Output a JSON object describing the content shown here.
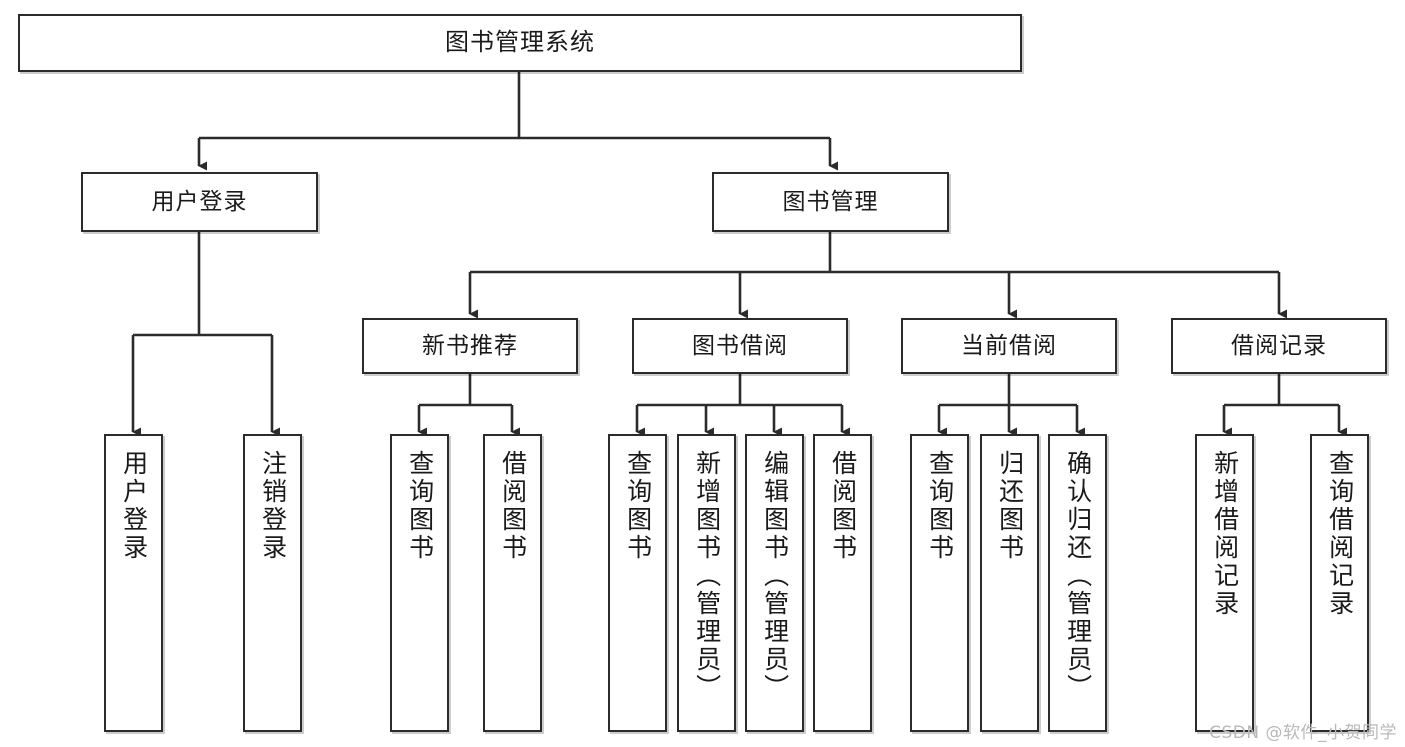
{
  "diagram": {
    "title": "图书管理系统",
    "watermark": "CSDN @软件_小贺同学",
    "style": {
      "border_color": "#2b2b2b",
      "fill_color": "#ffffff",
      "text_color": "#1a1a1a",
      "watermark_color": "#b9b9b9"
    },
    "levels": {
      "root": {
        "label": "图书管理系统"
      },
      "level1": [
        {
          "label": "用户登录"
        },
        {
          "label": "图书管理"
        }
      ],
      "level2": [
        {
          "label": "新书推荐"
        },
        {
          "label": "图书借阅"
        },
        {
          "label": "当前借阅"
        },
        {
          "label": "借阅记录"
        }
      ],
      "leaves": [
        {
          "label": "用户登录",
          "parent": "用户登录"
        },
        {
          "label": "注销登录",
          "parent": "用户登录"
        },
        {
          "label": "查询图书",
          "parent": "新书推荐"
        },
        {
          "label": "借阅图书",
          "parent": "新书推荐"
        },
        {
          "label": "查询图书",
          "parent": "图书借阅"
        },
        {
          "label": "新增图书（管理员）",
          "parent": "图书借阅"
        },
        {
          "label": "编辑图书（管理员）",
          "parent": "图书借阅"
        },
        {
          "label": "借阅图书",
          "parent": "图书借阅"
        },
        {
          "label": "查询图书",
          "parent": "当前借阅"
        },
        {
          "label": "归还图书",
          "parent": "当前借阅"
        },
        {
          "label": "确认归还（管理员）",
          "parent": "当前借阅"
        },
        {
          "label": "新增借阅记录",
          "parent": "借阅记录"
        },
        {
          "label": "查询借阅记录",
          "parent": "借阅记录"
        }
      ]
    }
  }
}
